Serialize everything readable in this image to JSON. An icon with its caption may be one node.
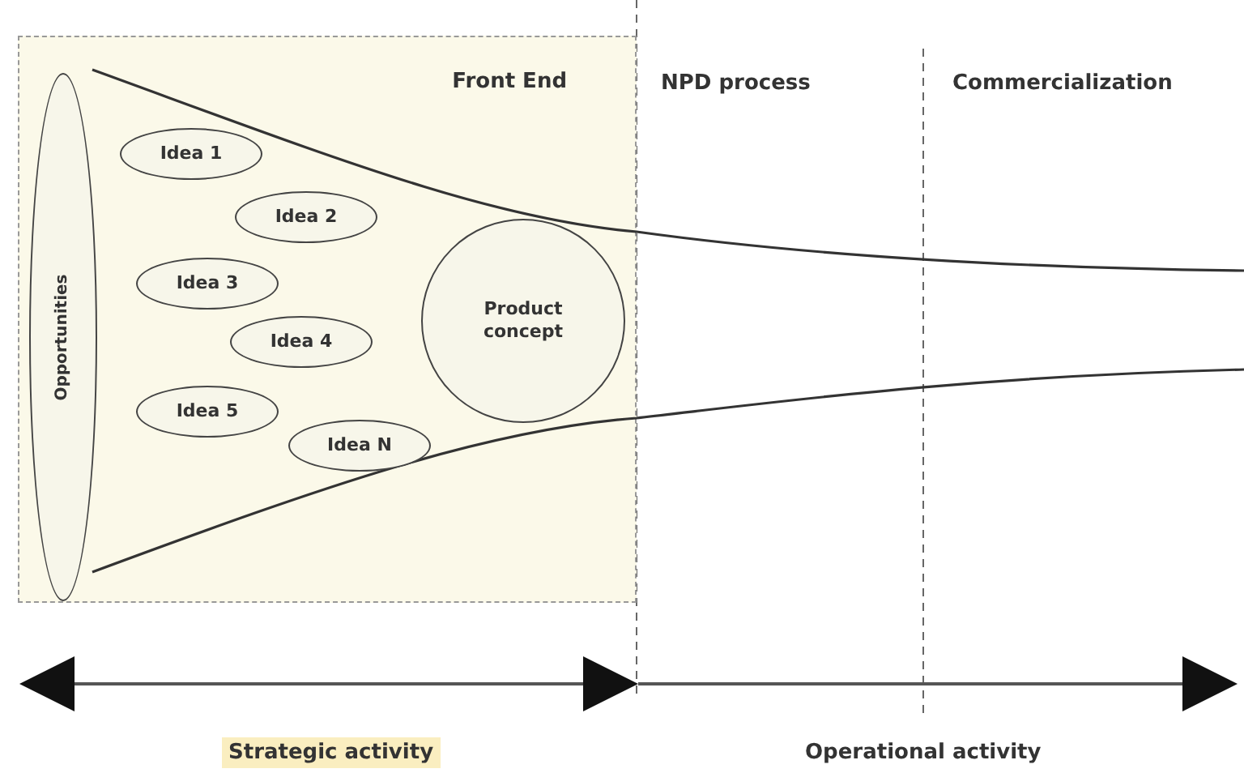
{
  "diagram": {
    "nodes": [
      {
        "text": [
          "Front End"
        ]
      },
      {
        "text": [
          "Opportunities"
        ],
        "in": 0
      },
      {
        "text": [
          "Idea 1"
        ],
        "in": 0
      },
      {
        "text": [
          "Idea 2"
        ],
        "in": 0
      },
      {
        "text": [
          "Idea 3"
        ],
        "in": 0
      },
      {
        "text": [
          "Idea 4"
        ],
        "in": 0
      },
      {
        "text": [
          "Idea 5"
        ],
        "in": 0
      },
      {
        "text": [
          "Idea N"
        ],
        "in": 0
      },
      {
        "text": [
          "Product concept"
        ],
        "in": 0
      }
    ],
    "labels": [
      "NPD process",
      "Commercialization",
      "Strategic activity",
      "Operational activity"
    ]
  }
}
